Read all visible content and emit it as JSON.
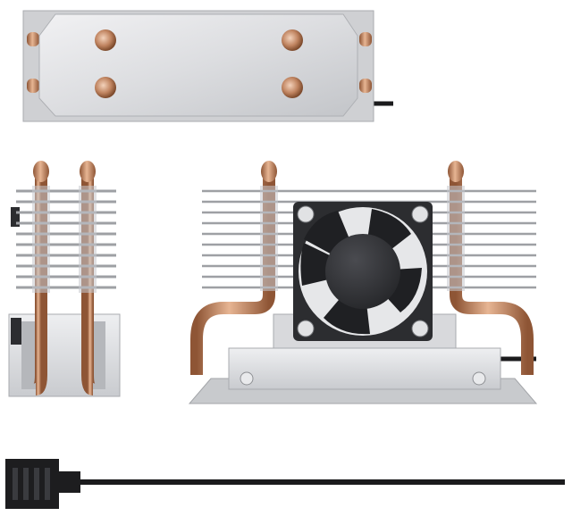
{
  "image": {
    "subject": "product-photo",
    "product": "heatsink-with-fan",
    "views": [
      "top-view",
      "side-view",
      "front-view",
      "cable-view"
    ],
    "colors": {
      "background": "#ffffff",
      "aluminum": "#dcdde0",
      "aluminum_shade": "#b9bbbf",
      "copper": "#b87a55",
      "copper_light": "#e4b08e",
      "fan_frame": "#2c2d30",
      "fan_hub": "#3a3b3f",
      "cable": "#1b1b1d",
      "fin": "#c7c9cd"
    }
  }
}
